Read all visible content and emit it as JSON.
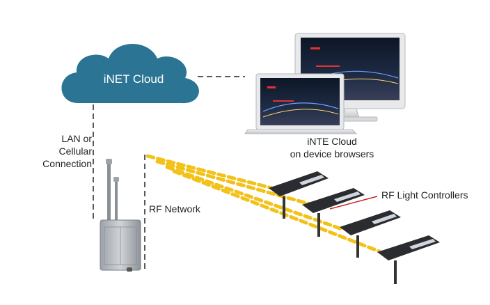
{
  "cloud": {
    "label": "iNET Cloud",
    "color": "#2b7493"
  },
  "connection": {
    "line1": "LAN or",
    "line2": "Cellular",
    "line3": "Connection"
  },
  "rf_network": {
    "label": "RF Network"
  },
  "browsers": {
    "line1": "iNTE Cloud",
    "line2": "on device browsers"
  },
  "controllers": {
    "label": "RF Light Controllers",
    "pointer_color": "#cc2222"
  },
  "signal": {
    "color": "#f2c21a"
  },
  "icons": [
    "cloud-icon",
    "monitor-icon",
    "laptop-icon",
    "gateway-device-icon",
    "street-light-icon"
  ]
}
